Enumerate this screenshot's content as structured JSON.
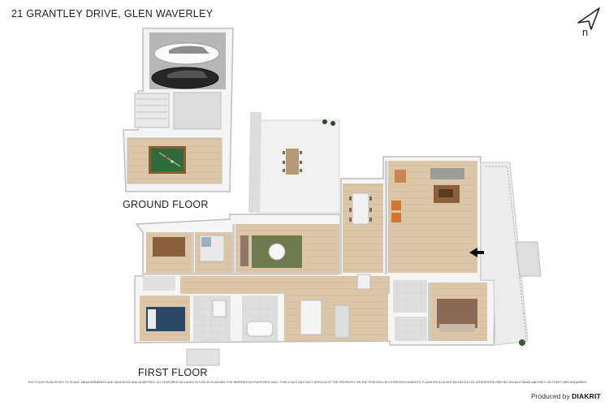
{
  "header": {
    "address": "21 GRANTLEY DRIVE, GLEN WAVERLEY"
  },
  "compass": {
    "letter": "n",
    "icon": "north-arrow-icon"
  },
  "floors": {
    "ground_label": "GROUND FLOOR",
    "first_label": "FIRST FLOOR"
  },
  "footer": {
    "disclaimer": "THE FLOOR PLAN IS NOT TO SCALE. MEASUREMENTS ARE INDICATIVE AND IN METRES. ALL FEATURES INCLUDED IN THIS 3D PLAN ARE FOR INSPIRATION PURPOSES ONLY. THIS IS NOT AN EXACT REPLICA OF THE PROPERTY OR THE POSITION OF EXTERIOR ELEMENTS. PLANS SHOULD NOT BE RELIED ON. INTERESTED PARTIES SHOULD MAKE AND RELY ON THEIR OWN ENQUIRIES.",
    "credit_prefix": "Produced by",
    "credit_brand": "DIAKRIT"
  },
  "colors": {
    "wall": "#f4f4f4",
    "wall_shadow": "#c9c9c9",
    "floor_wood": "#dcc6a8",
    "floor_tile": "#d9d9d9",
    "garage": "#b9b9b9",
    "deck": "#eeeeee",
    "rug_green": "#6d7b4f",
    "pool_table": "#2f6b3a",
    "bed_blue": "#2a4866",
    "entry_arrow": "#111111"
  }
}
